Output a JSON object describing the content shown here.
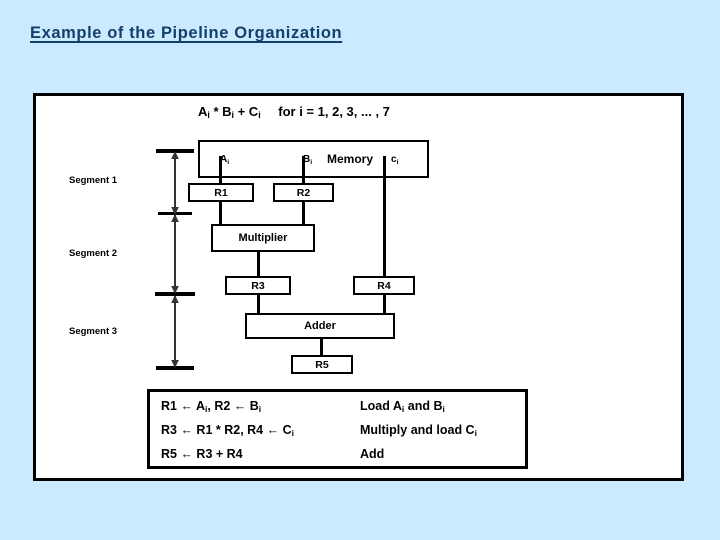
{
  "slide": {
    "title": "Example of the Pipeline Organization",
    "title_color": "#13406b",
    "background_color": "#cceaff",
    "panel_background": "#ffffff",
    "line_color": "#000000"
  },
  "figure": {
    "formula": {
      "expression": "A",
      "expr_sub1": "i",
      "expr_mid": " * B",
      "expr_sub2": "i",
      "expr_mid2": " + C",
      "expr_sub3": "i",
      "for_text": "for i = 1, 2, 3, ... , 7",
      "full_text": "Ai * Bi + Ci   for i = 1, 2, 3, ... , 7"
    },
    "memory": {
      "label": "Memory",
      "port_a": "A",
      "port_a_sub": "i",
      "port_b": "B",
      "port_b_sub": "i",
      "port_c": "c",
      "port_c_sub": "i"
    },
    "segments": [
      {
        "label": "Segment 1"
      },
      {
        "label": "Segment 2"
      },
      {
        "label": "Segment 3"
      }
    ],
    "blocks": [
      {
        "label": "R1"
      },
      {
        "label": "R2"
      },
      {
        "label": "Multiplier"
      },
      {
        "label": "R3"
      },
      {
        "label": "R4"
      },
      {
        "label": "Adder"
      },
      {
        "label": "R5"
      }
    ]
  },
  "operations": {
    "rows": [
      {
        "transfer": "R1 ← Ai,  R2 ← Bi",
        "t_r1": "R1 ",
        "t_arrow1": "←",
        "t_a": " A",
        "t_a_sub": "i",
        "t_sep": ",  R2 ",
        "t_arrow2": "←",
        "t_b": " B",
        "t_b_sub": "i",
        "description": "Load Ai and Bi",
        "d_pre": "Load A",
        "d_sub1": "i",
        "d_mid": " and B",
        "d_sub2": "i"
      },
      {
        "transfer": "R3 ← R1 * R2,  R4 ← Ci",
        "t_r1": "R3 ",
        "t_arrow1": "←",
        "t_a": " R1 * R2",
        "t_a_sub": "",
        "t_sep": ",  R4 ",
        "t_arrow2": "←",
        "t_b": " C",
        "t_b_sub": "i",
        "description": "Multiply and load Ci",
        "d_pre": "Multiply and load C",
        "d_sub1": "i",
        "d_mid": "",
        "d_sub2": ""
      },
      {
        "transfer": "R5 ← R3 + R4",
        "t_r1": "R5 ",
        "t_arrow1": "←",
        "t_a": " R3 + R4",
        "t_a_sub": "",
        "t_sep": "",
        "t_arrow2": "",
        "t_b": "",
        "t_b_sub": "",
        "description": "Add",
        "d_pre": "Add",
        "d_sub1": "",
        "d_mid": "",
        "d_sub2": ""
      }
    ]
  }
}
